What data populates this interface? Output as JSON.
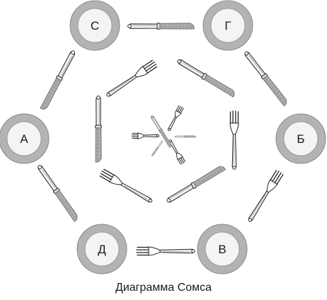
{
  "caption": "Диаграмма Сомса",
  "plates": [
    {
      "id": "s",
      "label": "С"
    },
    {
      "id": "g",
      "label": "Г"
    },
    {
      "id": "a",
      "label": "А"
    },
    {
      "id": "b",
      "label": "Б"
    },
    {
      "id": "d",
      "label": "Д"
    },
    {
      "id": "v",
      "label": "В"
    }
  ],
  "colors": {
    "plate_rim": "#b3b3b3",
    "plate_center": "#f4f4f4",
    "blade": "#a9a9a9",
    "handle": "#eeeeee",
    "ink": "#222222"
  },
  "icons": [
    "knife-icon",
    "fork-icon",
    "plate-icon"
  ]
}
